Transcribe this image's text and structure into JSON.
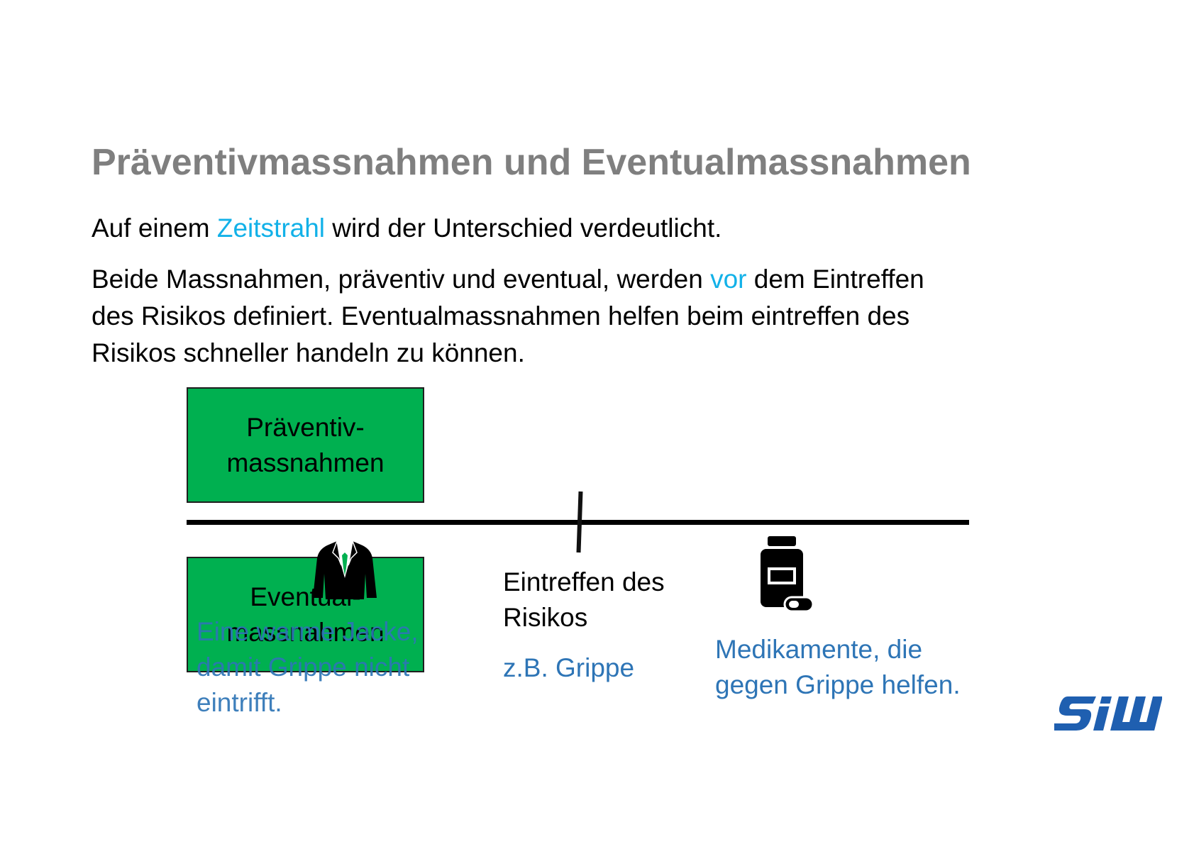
{
  "slide": {
    "title": "Präventivmassnahmen und Eventualmassnahmen",
    "paragraph1": {
      "before": "Auf einem ",
      "highlight": "Zeitstrahl",
      "after": " wird der Unterschied verdeutlicht."
    },
    "paragraph2": {
      "line1_before": "Beide Massnahmen, präventiv und eventual, werden ",
      "line1_highlight": "vor",
      "line1_after": " dem Eintreffen",
      "line2": "des Risikos definiert. Eventualmassnahmen helfen beim eintreffen des",
      "line3": "Risikos schneller handeln zu können."
    }
  },
  "diagram": {
    "preventive_box": "Präventiv-\nmassnahmen",
    "contingency_box": "Eventual-\nmassnahmen",
    "event_label": "Eintreffen des\nRisikos",
    "event_example": "z.B. Grippe",
    "preventive_example": "Eine warme Jacke,\ndamit Grippe nicht\neintrifft.",
    "contingency_example": "Medikamente, die\ngegen Grippe helfen.",
    "icons": {
      "preventive": "jacket-icon",
      "contingency": "medicine-bottle-icon"
    },
    "colors": {
      "box_fill": "#00b050",
      "accent_blue": "#12b1e8",
      "note_blue": "#2e75b6",
      "title_gray": "#7f7f7f"
    }
  },
  "logo": {
    "text": "SIW",
    "color": "#1f5fb0"
  }
}
